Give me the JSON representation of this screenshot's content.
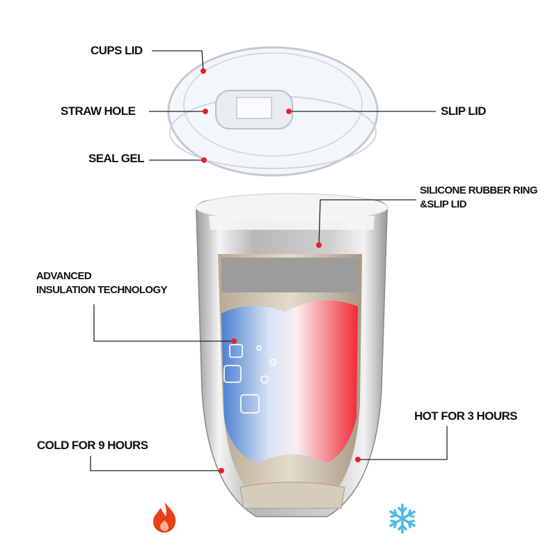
{
  "labels": {
    "cups_lid": "CUPS LID",
    "straw_hole": "STRAW HOLE",
    "slip_lid": "SLIP LID",
    "seal_gel": "SEAL GEL",
    "silicone_line1": "SILICONE RUBBER RING",
    "silicone_line2": "&SLIP LID",
    "insulation_line1": "ADVANCED",
    "insulation_line2": "INSULATION TECHNOLOGY",
    "hot": "HOT FOR 3 HOURS",
    "cold": "COLD FOR 9 HOURS"
  },
  "icons": {
    "hot": "flame-icon",
    "cold": "snowflake-icon"
  },
  "colors": {
    "dot": "#e8202a",
    "flame": "#e8401c",
    "snow": "#4fb8e8",
    "cold_liquid": "#5a8fd8",
    "hot_liquid": "#f0303c"
  }
}
